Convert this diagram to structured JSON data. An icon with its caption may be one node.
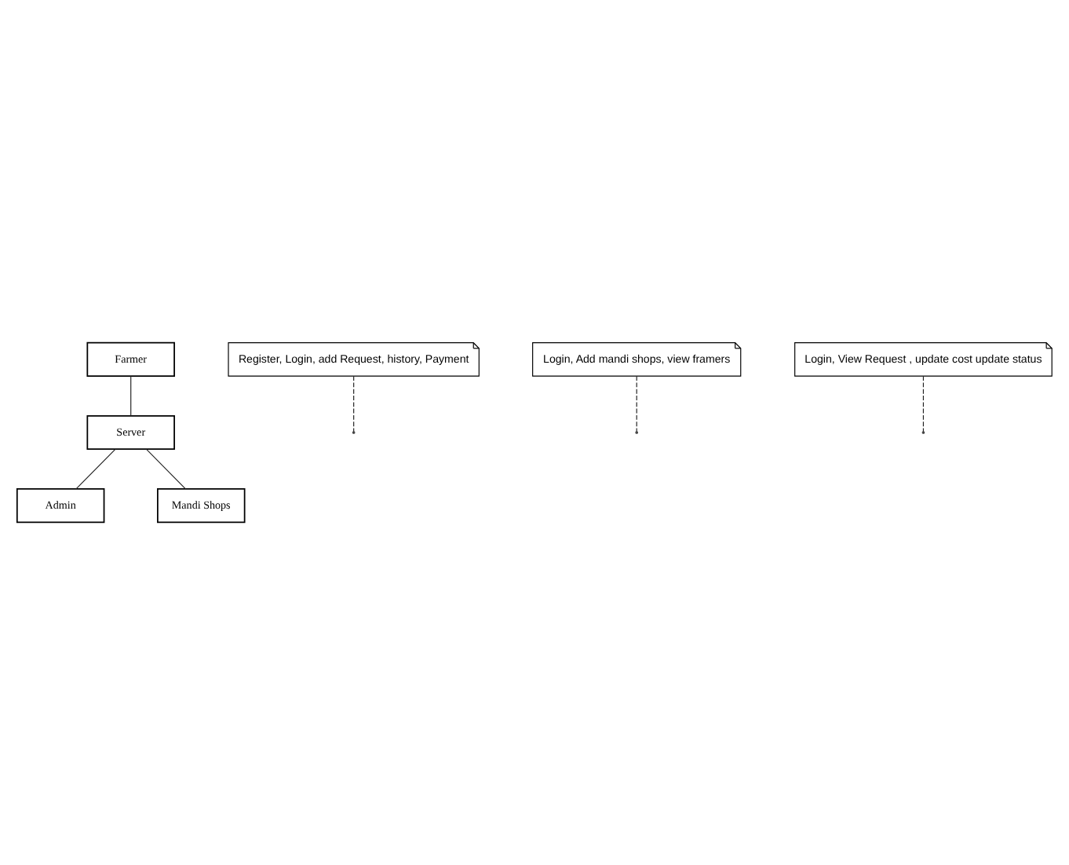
{
  "diagram": {
    "nodes": [
      {
        "text": [
          "Farmer"
        ]
      },
      {
        "text": [
          "Server"
        ]
      },
      {
        "text": [
          "Admin"
        ]
      },
      {
        "text": [
          "Mandi Shops"
        ]
      },
      {
        "text": [
          "Register, Login, add Request, history, Payment"
        ]
      },
      {
        "text": [
          "Login, Add mandi shops, view framers"
        ]
      },
      {
        "text": [
          "Login, View Request , update cost update status"
        ]
      }
    ],
    "edges": [
      {
        "from": 0,
        "to": 1,
        "arrow": "none"
      },
      {
        "from": 1,
        "to": 2,
        "arrow": "none"
      },
      {
        "from": 1,
        "to": 3,
        "arrow": "none"
      },
      {
        "from": 4,
        "to": null,
        "arrow": "none",
        "style": "dashed"
      },
      {
        "from": 5,
        "to": null,
        "arrow": "none",
        "style": "dashed"
      },
      {
        "from": 6,
        "to": null,
        "arrow": "none",
        "style": "dashed"
      }
    ]
  }
}
